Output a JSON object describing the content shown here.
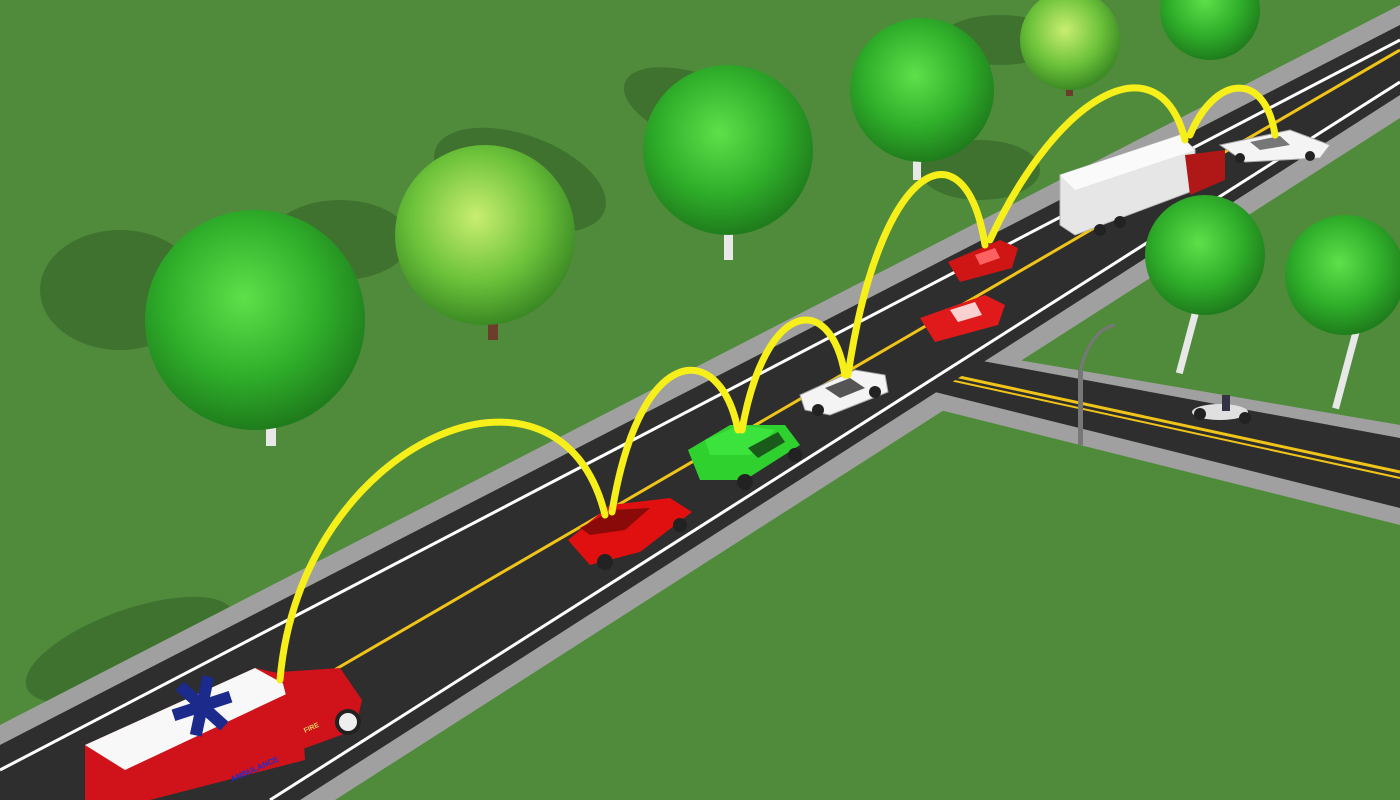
{
  "scene": {
    "colors": {
      "grass": "#508b3c",
      "road": "#2e2e2e",
      "sidewalk": "#9a9a9a",
      "signal": "#f6ef1a",
      "lane_yellow": "#f0c419",
      "lane_white": "#ffffff"
    },
    "vehicles": [
      {
        "type": "ambulance",
        "color": "#d0121a",
        "markings": [
          "AMBULANCE",
          "FIRE"
        ]
      },
      {
        "type": "station-wagon",
        "color": "#e01010"
      },
      {
        "type": "compact-car",
        "color": "#2fd12f"
      },
      {
        "type": "sedan",
        "color": "#f2f2f2"
      },
      {
        "type": "sports-car",
        "color": "#e01a1a"
      },
      {
        "type": "sports-car",
        "color": "#d01515"
      },
      {
        "type": "semi-truck",
        "color": "#f0f0f0"
      },
      {
        "type": "sedan",
        "color": "#f2f2f2"
      },
      {
        "type": "motorcycle",
        "color": "#dddddd"
      }
    ]
  }
}
